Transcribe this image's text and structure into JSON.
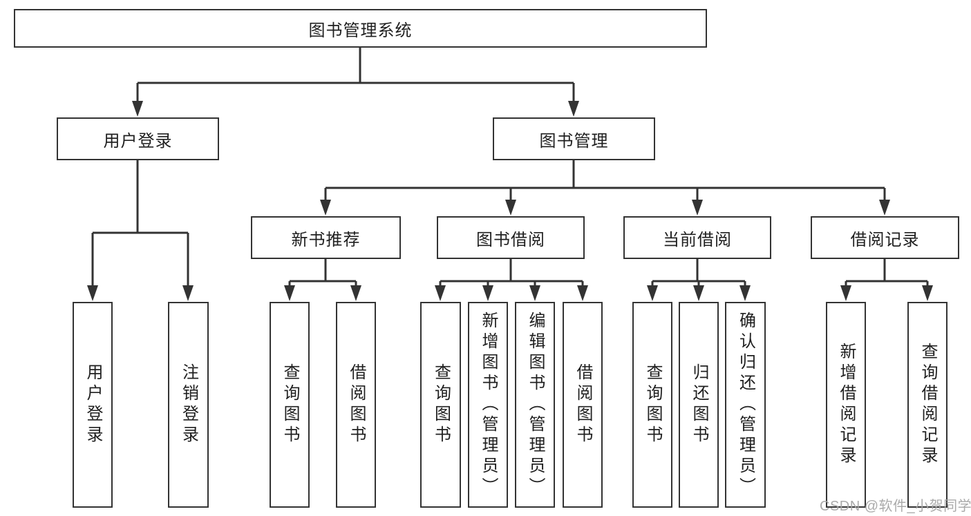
{
  "diagram": {
    "type": "tree",
    "colors": {
      "line": "#333333",
      "border": "#333333",
      "text": "#1f1f1f",
      "background": "#ffffff",
      "watermark": "#a5a5a5"
    },
    "root": {
      "label": "图书管理系统",
      "children": [
        {
          "label": "用户登录",
          "children": [
            {
              "label": "用户登录"
            },
            {
              "label": "注销登录"
            }
          ]
        },
        {
          "label": "图书管理",
          "children": [
            {
              "label": "新书推荐",
              "children": [
                {
                  "label": "查询图书"
                },
                {
                  "label": "借阅图书"
                }
              ]
            },
            {
              "label": "图书借阅",
              "children": [
                {
                  "label": "查询图书"
                },
                {
                  "label": "新增图书（管理员）"
                },
                {
                  "label": "编辑图书（管理员）"
                },
                {
                  "label": "借阅图书"
                }
              ]
            },
            {
              "label": "当前借阅",
              "children": [
                {
                  "label": "查询图书"
                },
                {
                  "label": "归还图书"
                },
                {
                  "label": "确认归还（管理员）"
                }
              ]
            },
            {
              "label": "借阅记录",
              "children": [
                {
                  "label": "新增借阅记录"
                },
                {
                  "label": "查询借阅记录"
                }
              ]
            }
          ]
        }
      ]
    },
    "watermark": "CSDN @软件_小贺同学"
  }
}
